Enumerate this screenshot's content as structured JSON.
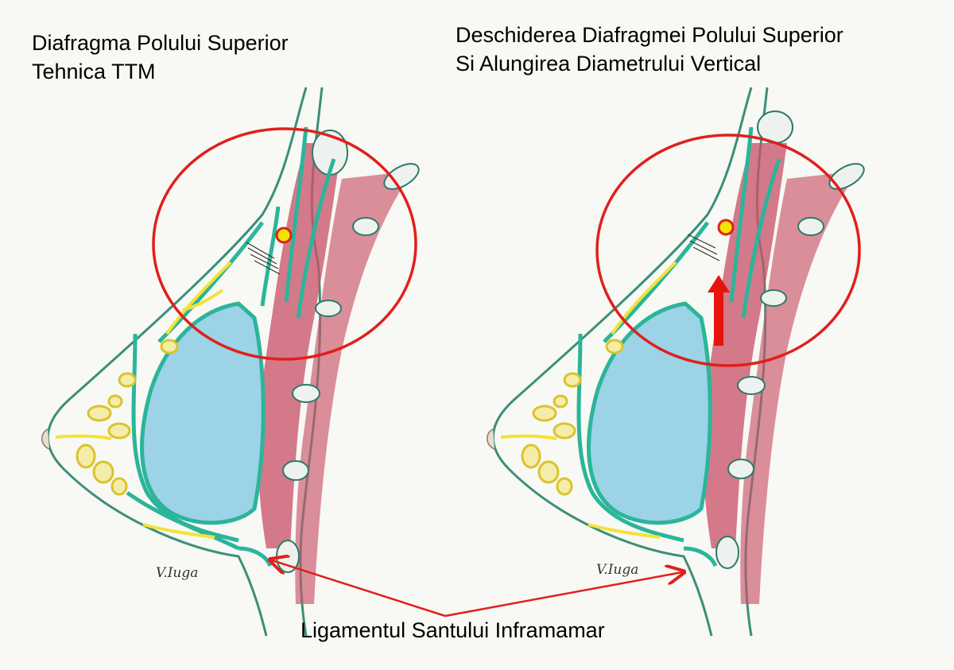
{
  "left_panel": {
    "title_line1": "Diafragma Polului Superior",
    "title_line2": "Tehnica TTM",
    "signature": "V.Iuga"
  },
  "right_panel": {
    "title_line1": "Deschiderea Diafragmei Polului Superior",
    "title_line2": "Si Alungirea Diametrului Vertical",
    "signature": "V.Iuga"
  },
  "bottom_label": "Ligamentul Santului Inframamar",
  "colors": {
    "highlight_circle": "#e0201c",
    "arrow": "#e8130e",
    "ligament": "#2bb59a",
    "muscle": "#c8546a",
    "implant": "#9cd3e6",
    "fat": "#f2e23a",
    "marker_fill": "#f5e400"
  },
  "icons": [
    "up-arrow-icon",
    "point-marker-icon"
  ]
}
